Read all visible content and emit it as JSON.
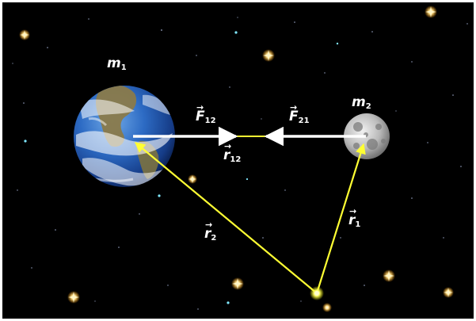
{
  "bodies": {
    "m1": {
      "base": "m",
      "sub": "1"
    },
    "m2": {
      "base": "m",
      "sub": "2"
    }
  },
  "vectors": {
    "F12": {
      "base": "F",
      "sub": "12"
    },
    "F21": {
      "base": "F",
      "sub": "21"
    },
    "r12": {
      "base": "r",
      "sub": "12"
    },
    "r1": {
      "base": "r",
      "sub": "1"
    },
    "r2": {
      "base": "r",
      "sub": "2"
    }
  },
  "colors": {
    "space": "#000000",
    "force_vectors": "#ffffff",
    "position_vectors": "#ffff33",
    "frame": "#ffffff",
    "origin_glow": "#ffff66"
  },
  "icons": {
    "earth": "earth-icon",
    "moon": "moon-icon",
    "origin": "origin-point-icon",
    "stars": "star-icon"
  }
}
